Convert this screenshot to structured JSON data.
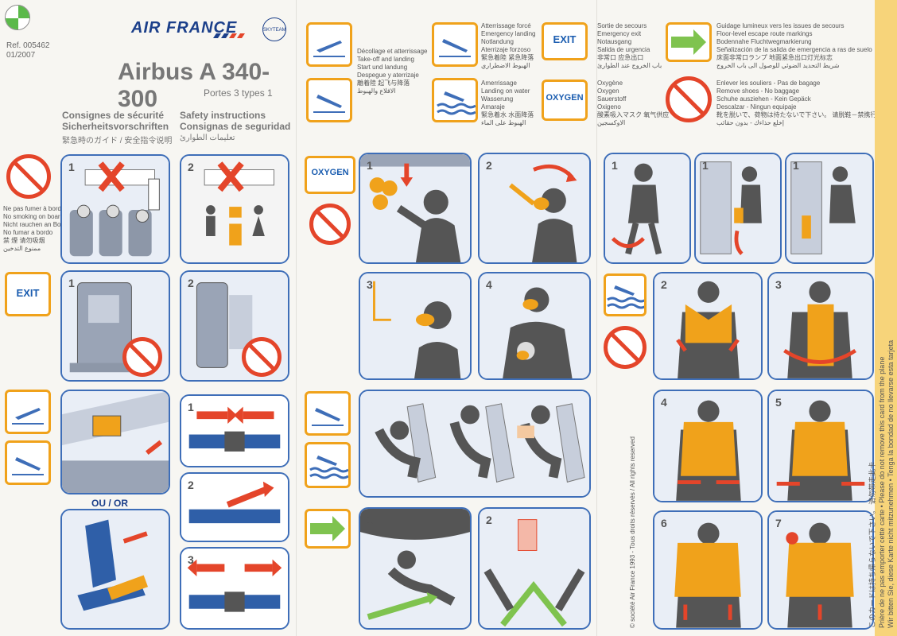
{
  "header": {
    "ref": "Ref. 005462",
    "date": "01/2007",
    "brand": "AIR FRANCE",
    "skyteam": "SKYTEAM",
    "title": "Airbus A 340-300",
    "subtitle": "Portes 3 types 1"
  },
  "headings": {
    "fr": "Consignes de sécurité",
    "de": "Sicherheitsvorschriften",
    "ja": "緊急時のガイド / 安全指令说明",
    "en": "Safety instructions",
    "es": "Consignas de seguridad",
    "ar": "تعليمات الطوارئ"
  },
  "no_smoking": {
    "lines": [
      "Ne pas fumer à bord",
      "No smoking on board",
      "Nicht rauchen an Bord",
      "No fumar a bordo",
      "禁 煙  请勿吸烟",
      "ممنوع التدخين"
    ]
  },
  "labels": {
    "exit": "EXIT",
    "oxygen": "OXYGEN",
    "ou_or": "OU / OR"
  },
  "takeoff_block": {
    "lines": [
      "Décollage et atterrissage",
      "Take-off and landing",
      "Start und landung",
      "Despegue y aterrizaje",
      "離着陸   起飞与降落",
      "الاقلاع والهبوط"
    ]
  },
  "forced_landing_block": {
    "lines": [
      "Atterrissage forcé",
      "Emergency landing",
      "Notlandung",
      "Aterrizaje forzoso",
      "緊急着陸   紧急降落",
      "الهبوط الاضطراري"
    ]
  },
  "water_block": {
    "lines": [
      "Amerrissage",
      "Landing on water",
      "Wasserung",
      "Amaraje",
      "緊急着水   水面降落",
      "الهبوط على الماء"
    ]
  },
  "exit_block": {
    "lines": [
      "Sortie de secours",
      "Emergency exit",
      "Notausgang",
      "Salida de urgencia",
      "非常口   应急出口",
      "باب الخروج عند الطوارئ"
    ]
  },
  "oxygen_block": {
    "lines": [
      "Oxygène",
      "Oxygen",
      "Sauerstoff",
      "Oxigeno",
      "酸素吸入マスク   氧气供应",
      "الاوكسجين"
    ]
  },
  "guidance_block": {
    "lines": [
      "Guidage lumineux vers les issues de secours",
      "Floor-level escape route markings",
      "Bodennahe Fluchtwegmarkierung",
      "Señalización de la salida de emergencia a ras de suelo",
      "床面非常口ランプ   地面紧急出口灯光标志",
      "شريط التحديد الضوئي للوصول الى باب الخروج"
    ]
  },
  "shoes_block": {
    "lines": [
      "Enlever les souliers - Pas de bagage",
      "Remove shoes - No baggage",
      "Schuhe ausziehen - Kein Gepäck",
      "Descalzar - Ningun equipaje",
      "靴を脱いで、荷物は持たないで下さい。 请脱鞋－禁携行李",
      "إخلع حذاءك - بدون حقائب"
    ]
  },
  "copyright": "© société Air France 1993 - Tous droits réservés / All rights reserved",
  "strip_lines": [
    "Prière de ne pas emporter cette carte  •  Please do not remove this card from the plane",
    "Wir bitten Sie, diese Karte nicht mitzunehmen  •  Tenga la bondad de no llevarse esta tarjeta",
    "このカードは持ち帰らないで下さい。 请勿带走此卡"
  ],
  "numbers": {
    "n1": "1",
    "n2": "2",
    "n3": "3",
    "n4": "4",
    "n5": "5",
    "n6": "6",
    "n7": "7"
  },
  "colors": {
    "accent_orange": "#f0a21b",
    "brand_blue": "#1b3f8a",
    "frame_blue": "#3e6eb8",
    "prohibit_red": "#e4452a",
    "exit_green": "#5bb94a"
  }
}
